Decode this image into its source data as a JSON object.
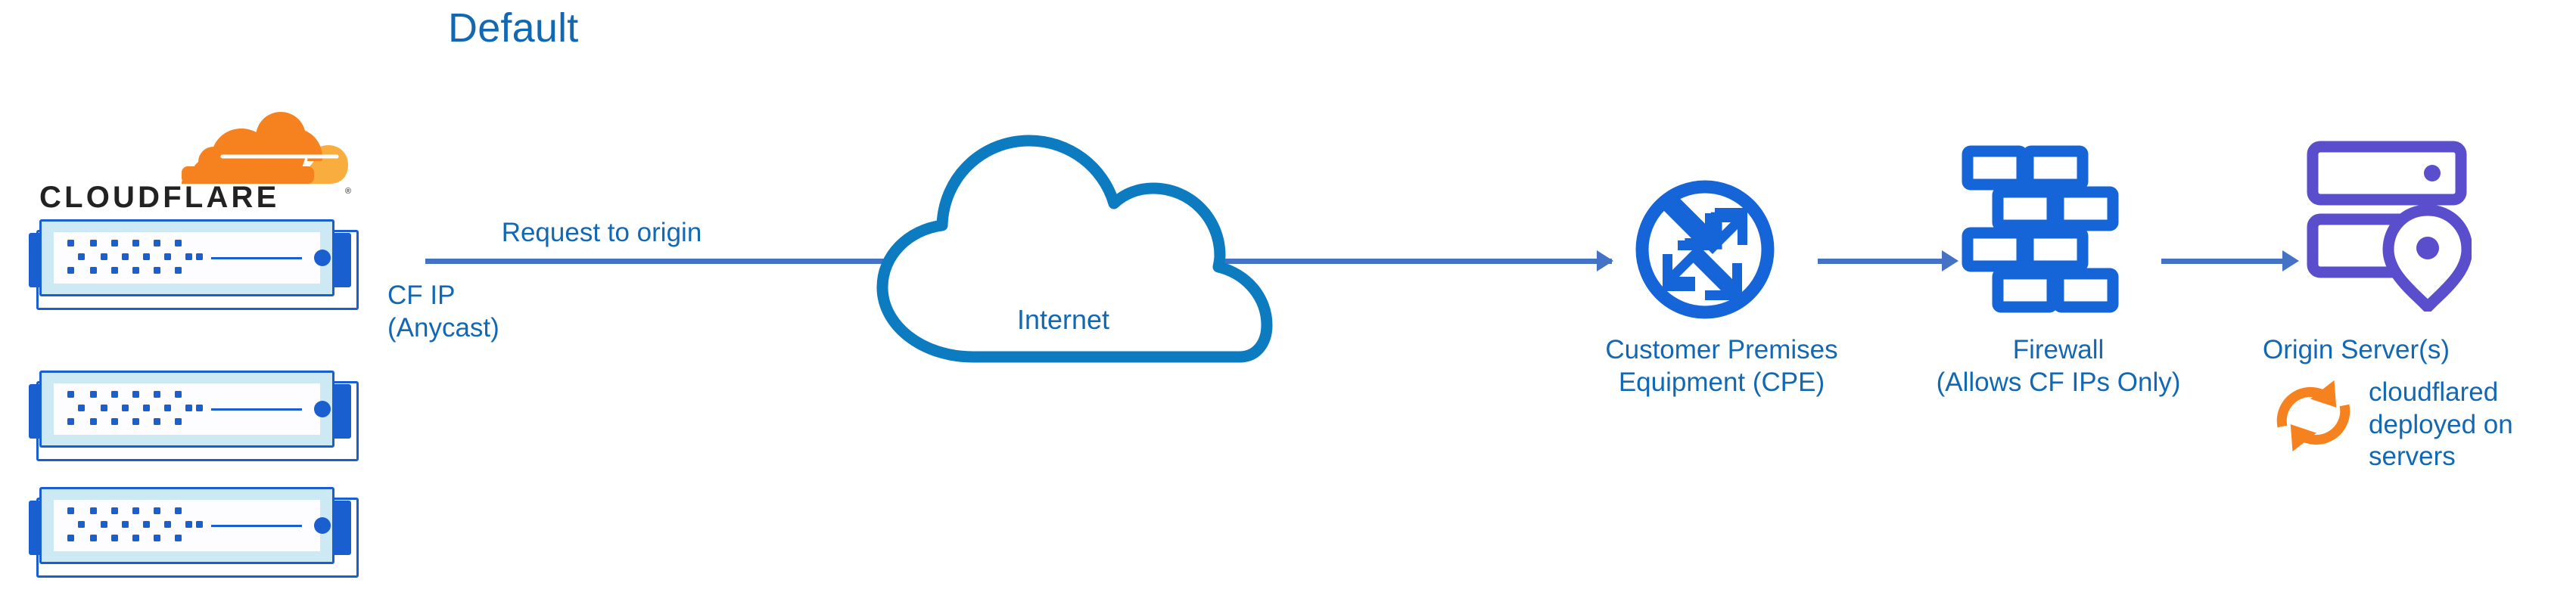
{
  "title": "Default",
  "brand": {
    "logo_text": "CLOUDFLARE",
    "registered_mark": "®",
    "cloud_color": "#f6821f",
    "cloud_color_light": "#faad3f",
    "wordmark_color": "#222222"
  },
  "colors": {
    "label_blue": "#1268b3",
    "icon_blue": "#1565d8",
    "arrow_blue": "#4472c4",
    "rack_blue": "#1a5fd0",
    "rack_frame_fill": "#cde9f3",
    "origin_purple": "#5b4ecc",
    "cloudflare_orange": "#f6821f",
    "background": "#ffffff"
  },
  "edge_labels": {
    "request_to_origin": "Request to origin",
    "cf_ip": "CF IP\n(Anycast)"
  },
  "nodes": [
    {
      "id": "cloudflare-edge",
      "icon": "server-rack-stack",
      "label": "",
      "count": 3
    },
    {
      "id": "internet",
      "icon": "cloud-outline",
      "label": "Internet"
    },
    {
      "id": "cpe",
      "icon": "router-circle-arrows-icon",
      "label": "Customer Premises\nEquipment (CPE)"
    },
    {
      "id": "firewall",
      "icon": "brick-wall-icon",
      "label": "Firewall\n(Allows CF IPs Only)"
    },
    {
      "id": "origin",
      "icon": "server-stack-location-pin-icon",
      "label": "Origin Server(s)"
    }
  ],
  "annotations": {
    "cloudflared": {
      "icon": "sync-refresh-icon",
      "text": "cloudflared\ndeployed on\nservers"
    }
  }
}
